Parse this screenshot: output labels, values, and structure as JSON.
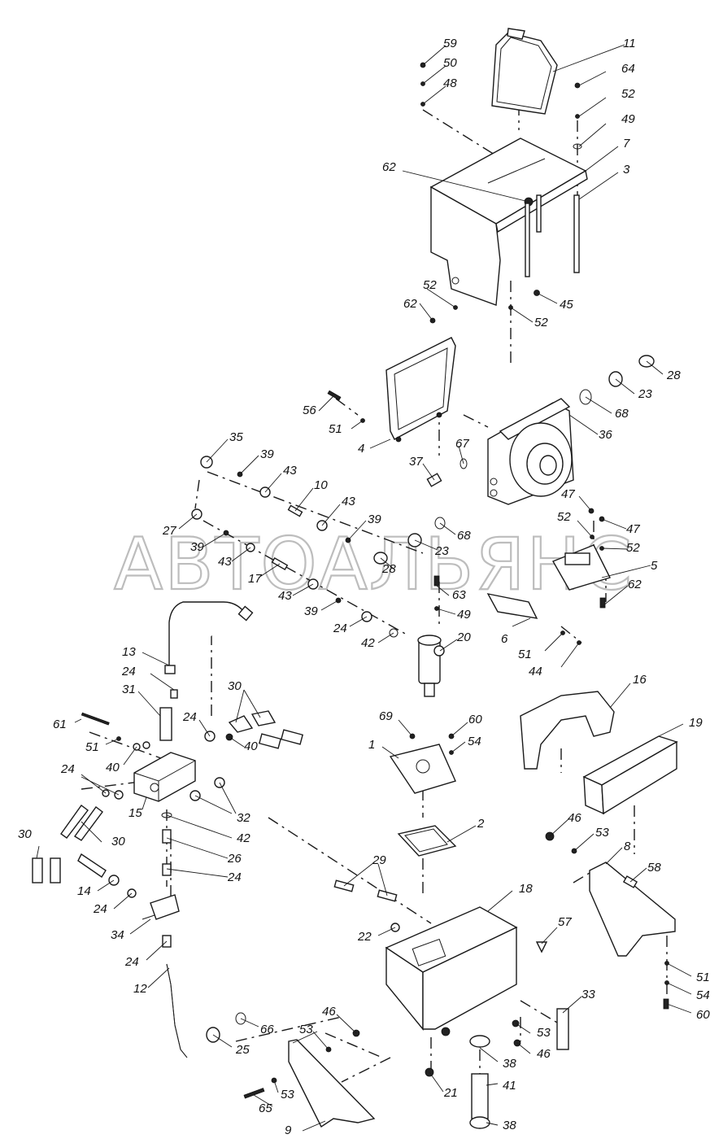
{
  "watermark": "АВТОАЛЬЯНС",
  "callouts": [
    "59",
    "50",
    "48",
    "11",
    "64",
    "52",
    "49",
    "7",
    "3",
    "62",
    "52",
    "62",
    "45",
    "52",
    "28",
    "23",
    "68",
    "36",
    "56",
    "51",
    "4",
    "35",
    "39",
    "43",
    "10",
    "43",
    "39",
    "67",
    "37",
    "27",
    "39",
    "43",
    "68",
    "23",
    "28",
    "17",
    "43",
    "39",
    "24",
    "42",
    "63",
    "49",
    "20",
    "47",
    "52",
    "47",
    "52",
    "5",
    "62",
    "6",
    "51",
    "44",
    "13",
    "24",
    "31",
    "30",
    "61",
    "51",
    "40",
    "24",
    "40",
    "24",
    "15",
    "32",
    "42",
    "26",
    "24",
    "30",
    "30",
    "14",
    "24",
    "34",
    "24",
    "12",
    "25",
    "66",
    "69",
    "60",
    "1",
    "54",
    "2",
    "29",
    "22",
    "16",
    "19",
    "46",
    "53",
    "8",
    "58",
    "18",
    "57",
    "51",
    "54",
    "60",
    "33",
    "53",
    "46",
    "38",
    "41",
    "21",
    "38",
    "46",
    "53",
    "53",
    "65",
    "9"
  ]
}
